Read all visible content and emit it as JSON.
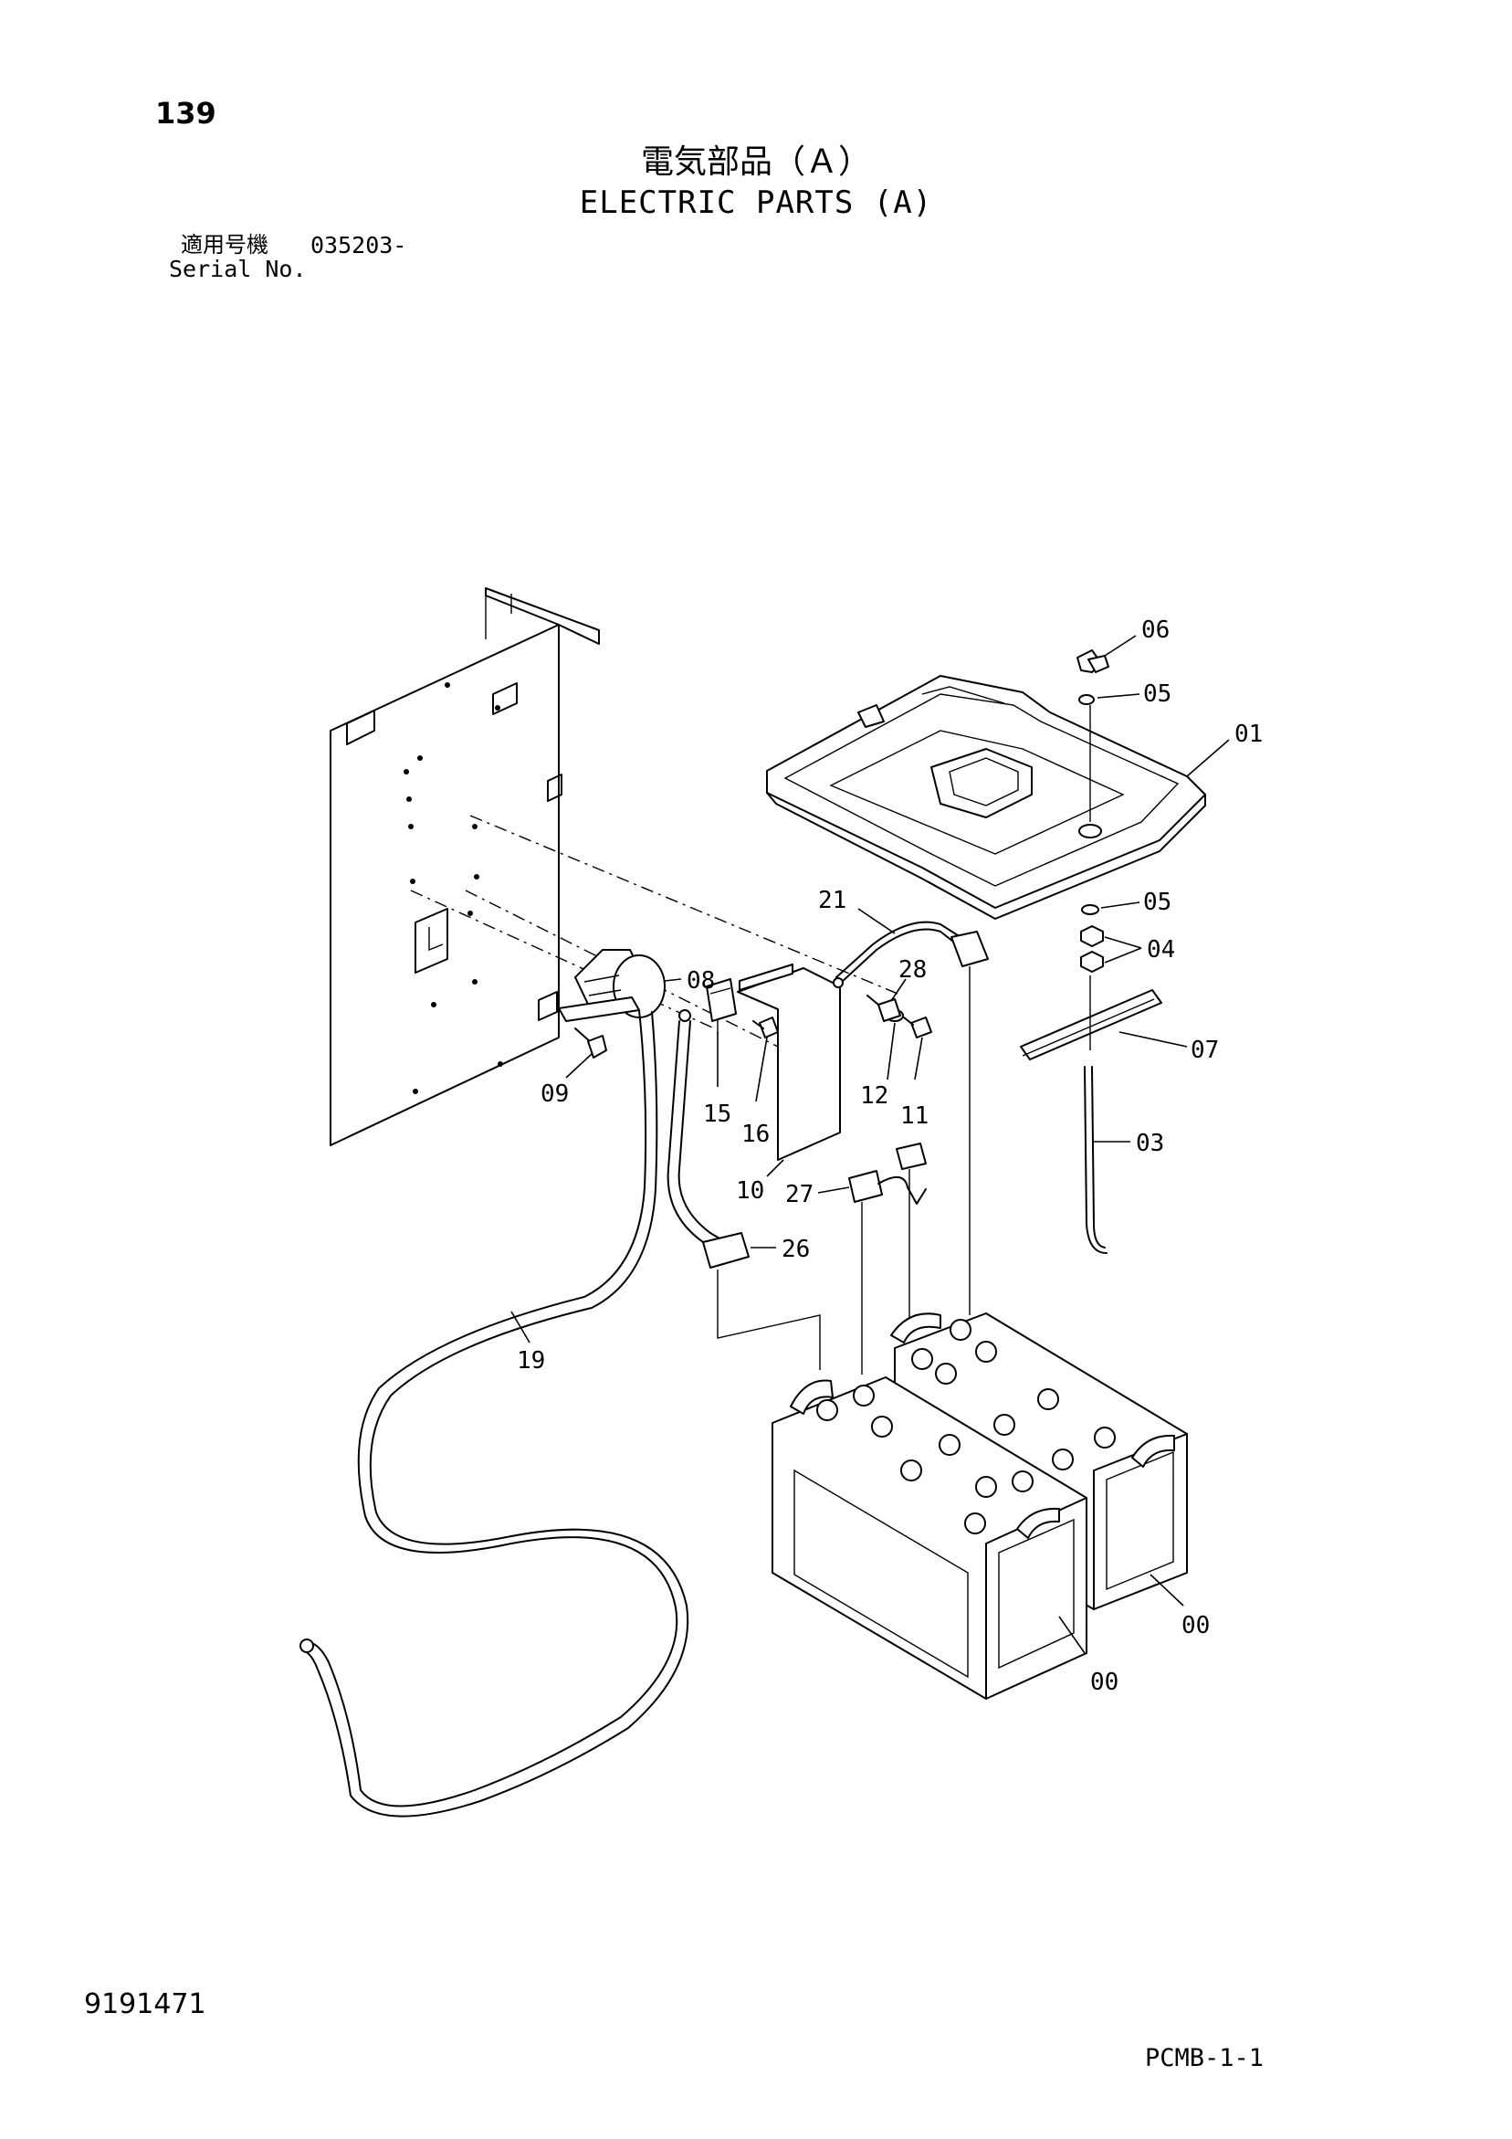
{
  "page": {
    "page_number": "139",
    "title_jp": "電気部品（Ａ）",
    "title_en": "ELECTRIC PARTS (A)",
    "serial_label_jp": "適用号機",
    "serial_value": "035203-",
    "serial_label_en": "Serial No.",
    "document_number": "9191471",
    "sheet_code": "PCMB-1-1"
  },
  "callouts": {
    "p06": "06",
    "p05a": "05",
    "p01": "01",
    "p05b": "05",
    "p04": "04",
    "p07": "07",
    "p03": "03",
    "p21": "21",
    "p28": "28",
    "p08": "08",
    "p09": "09",
    "p15": "15",
    "p16": "16",
    "p12": "12",
    "p11": "11",
    "p10": "10",
    "p27": "27",
    "p26": "26",
    "p19": "19",
    "p00a": "00",
    "p00b": "00"
  }
}
